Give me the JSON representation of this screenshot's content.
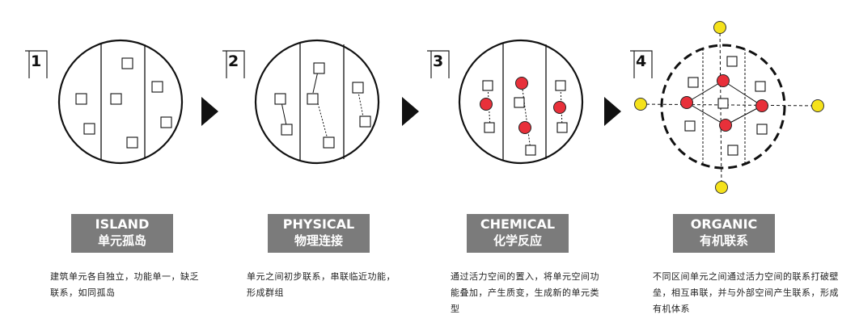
{
  "stages": [
    {
      "number": "1",
      "title_en": "ISLAND",
      "title_cn": "单元孤岛",
      "description": "建筑单元各自独立，功能单一，缺乏联系，如同孤岛"
    },
    {
      "number": "2",
      "title_en": "PHYSICAL",
      "title_cn": "物理连接",
      "description": "单元之间初步联系，串联临近功能，形成群组"
    },
    {
      "number": "3",
      "title_en": "CHEMICAL",
      "title_cn": "化学反应",
      "description": "通过活力空间的置入，将单元空间功能叠加，产生质变，生成新的单元类型"
    },
    {
      "number": "4",
      "title_en": "ORGANIC",
      "title_cn": "有机联系",
      "description": "不同区间单元之间通过活力空间的联系打破壁垒，相互串联，并与外部空间产生联系，形成有机体系"
    }
  ],
  "colors": {
    "node_red": "#e8303a",
    "node_yellow": "#f5e21b",
    "label_bg": "#7b7b7b",
    "stroke": "#111111"
  }
}
